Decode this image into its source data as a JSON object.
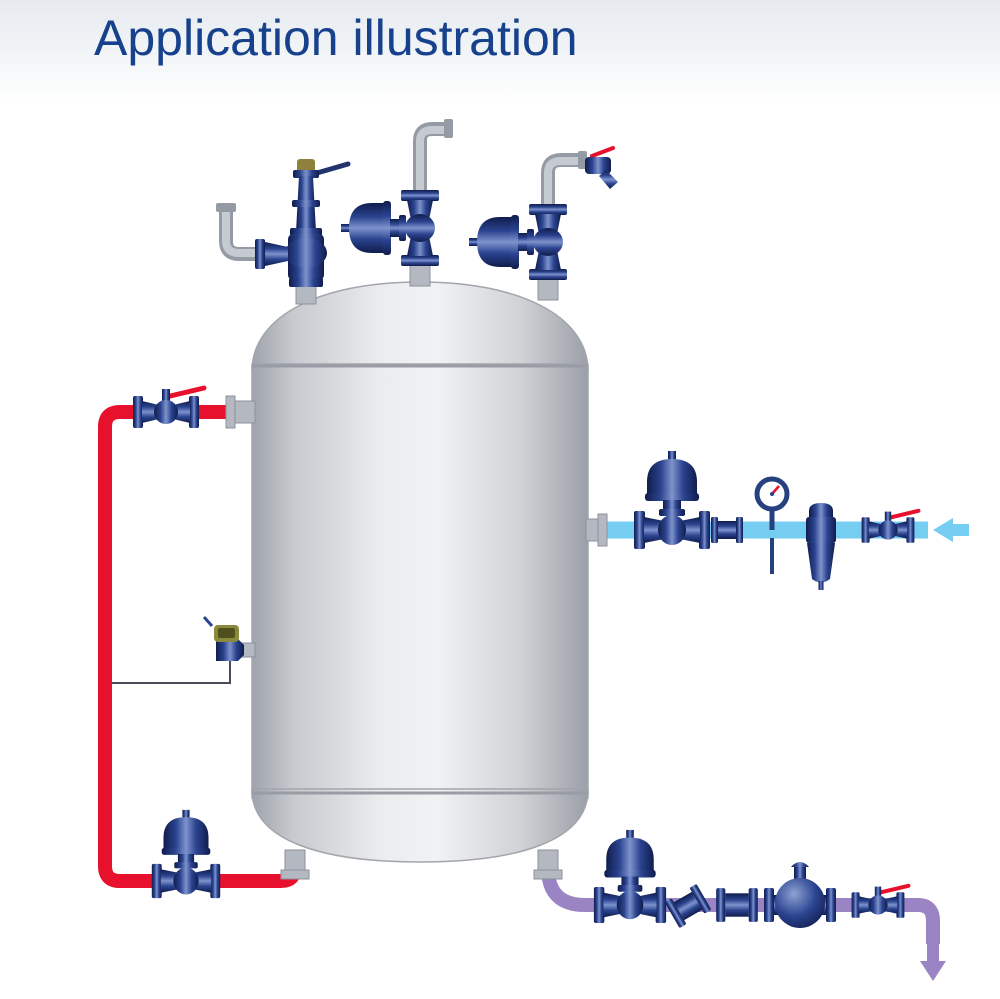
{
  "header": {
    "title": "Application illustration"
  },
  "colors": {
    "title_text": "#17418c",
    "header_gradient_top": "#e6eaef",
    "header_gradient_bottom": "#ffffff",
    "valve_navy": "#2b4490",
    "valve_navy_dark": "#101c4c",
    "valve_navy_highlight": "#7e93cc",
    "tank_gray_light": "#f1f2f3",
    "tank_gray_dark": "#9b9fa7",
    "pipe_gray": "#959ba5",
    "pipe_red": "#e8112d",
    "pipe_cyan": "#76cdf2",
    "pipe_purple": "#9b84c4",
    "gauge_face": "#ffffff",
    "gauge_needle": "#e8112d",
    "lever_red": "#e8112d",
    "sensor_head_olive": "#8a8a3c",
    "safety_cap_brass": "#8f803c"
  },
  "diagram": {
    "tank": "pressure-vessel",
    "top_line": [
      "safety-relief-valve-with-discharge-elbow",
      "actuated-control-valve-with-riser-pipe",
      "actuated-control-valve-with-riser-and-small-valve"
    ],
    "left_red_line": [
      "ball-valve-red-handle",
      "actuated-control-valve"
    ],
    "right_inlet_line": [
      "actuated-control-valve",
      "pipe-spool",
      "pressure-gauge",
      "filter-regulator",
      "ball-valve-red-handle",
      "flow-arrow-pointing-left"
    ],
    "bottom_outlet_line": [
      "actuated-control-valve",
      "angled-pipe-spool",
      "pipe-spool",
      "pressure-reducing-valve",
      "ball-valve-red-handle",
      "flow-arrow-pointing-down"
    ],
    "instruments": [
      "temperature-sensor-with-signal-line",
      "pressure-gauge"
    ]
  }
}
